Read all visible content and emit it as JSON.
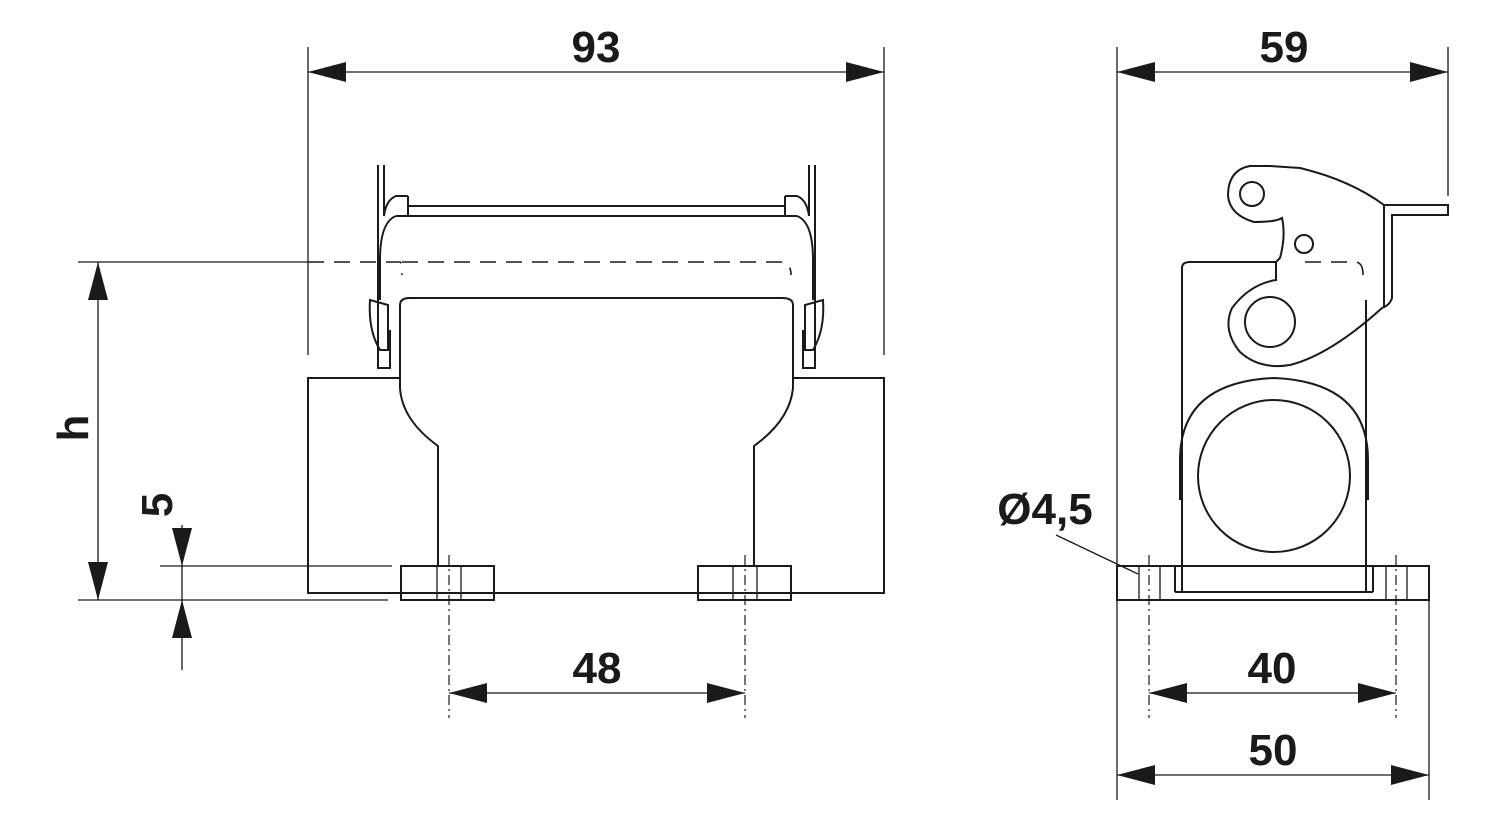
{
  "dimensions": {
    "front_width": "93",
    "height": "h",
    "foot_height": "5",
    "front_hole_spacing": "48",
    "side_width": "59",
    "hole_diameter": "Ø4,5",
    "side_hole_spacing": "40",
    "side_base_width": "50"
  }
}
